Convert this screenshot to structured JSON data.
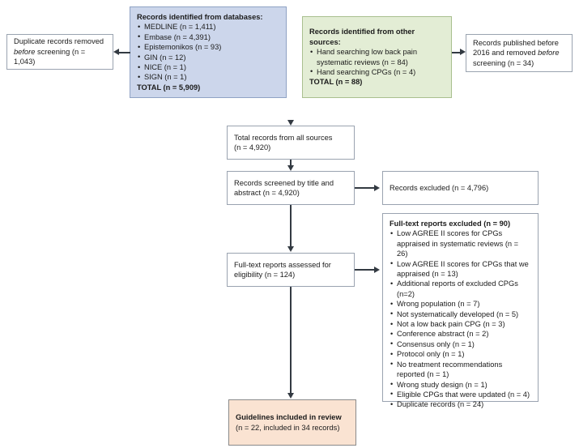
{
  "diagram": {
    "type": "prisma-flow-diagram",
    "colors": {
      "databases_box_fill": "#ccd6eb",
      "other_sources_box_fill": "#e3edd5",
      "included_box_fill": "#fae3d2",
      "connector": "#333a42",
      "box_border": "#9aa3b0",
      "text": "#1b1b1b"
    },
    "boxes": {
      "databases": {
        "title": "Records identified from databases:",
        "items": [
          "MEDLINE (n = 1,411)",
          "Embase (n = 4,391)",
          "Epistemonikos (n = 93)",
          "GIN (n = 12)",
          "NICE (n = 1)",
          "SIGN (n = 1)"
        ],
        "total": "TOTAL (n = 5,909)"
      },
      "other_sources": {
        "title": "Records identified from other sources:",
        "items": [
          "Hand searching low back pain systematic reviews (n = 84)",
          "Hand searching CPGs (n = 4)"
        ],
        "total": "TOTAL (n = 88)"
      },
      "duplicates_removed": {
        "line1_a": "Duplicate records removed",
        "line2_em": "before",
        "line2_b": " screening (n = 1,043)"
      },
      "published_before_2016": {
        "line1": "Records published before",
        "line2_a": "2016 and removed ",
        "line2_em": "before",
        "line3": "screening (n = 34)"
      },
      "total_records": {
        "line1": "Total records from all sources",
        "line2": "(n = 4,920)"
      },
      "screened": {
        "line1": "Records screened by title and",
        "line2": "abstract (n = 4,920)"
      },
      "records_excluded": {
        "line1": "Records excluded (n = 4,796)"
      },
      "fulltext_assessed": {
        "line1": "Full-text reports assessed for",
        "line2": "eligibility (n = 124)"
      },
      "fulltext_excluded": {
        "title": "Full-text reports excluded (n = 90)",
        "items": [
          "Low AGREE II scores for CPGs appraised in systematic reviews (n = 26)",
          "Low AGREE II scores for CPGs that we appraised (n = 13)",
          "Additional reports of excluded CPGs (n=2)",
          "Wrong population (n = 7)",
          "Not systematically developed (n = 5)",
          "Not a low back pain CPG (n = 3)",
          "Conference abstract (n = 2)",
          "Consensus only (n = 1)",
          "Protocol only (n = 1)",
          "No treatment recommendations reported (n = 1)",
          "Wrong study design (n = 1)",
          "Eligible CPGs that were updated (n = 4)",
          "Duplicate records (n = 24)"
        ]
      },
      "included": {
        "title": "Guidelines included in review",
        "line2": "(n = 22, included in 34 records)"
      }
    }
  }
}
